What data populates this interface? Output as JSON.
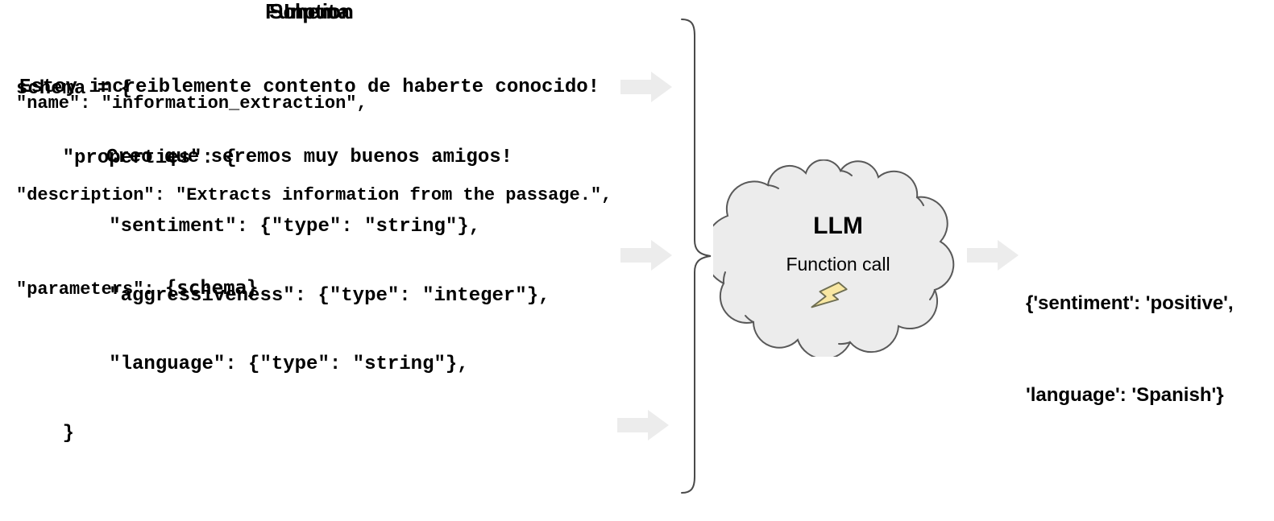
{
  "input": {
    "title": "Input",
    "lines": [
      "Estoy increiblemente contento de haberte conocido!",
      "Creo que seremos muy buenos amigos!"
    ]
  },
  "schema": {
    "title": "Schema",
    "code": [
      "schema = {",
      "    \"properties\": {",
      "        \"sentiment\": {\"type\": \"string\"},",
      "        \"aggressiveness\": {\"type\": \"integer\"},",
      "        \"language\": {\"type\": \"string\"},",
      "    }"
    ]
  },
  "function": {
    "title": "Function",
    "code": [
      "\"name\": \"information_extraction\",",
      "\"description\": \"Extracts information from the passage.\","
    ],
    "parameters_prefix": "\"parameters\": ",
    "parameters_arg": "{schema}"
  },
  "llm": {
    "title": "LLM",
    "subtitle": "Function call",
    "icon": "lightning-bolt"
  },
  "output": {
    "lines": [
      "{'sentiment': 'positive',",
      "'language': 'Spanish'}"
    ]
  },
  "colors": {
    "arrow_fill": "#ececec",
    "cloud_fill": "#ececec",
    "cloud_stroke": "#595959",
    "brace_stroke": "#4a4a4a",
    "bolt_fill": "#f8e7a2",
    "bolt_stroke": "#6e6e52",
    "text": "#000000"
  }
}
